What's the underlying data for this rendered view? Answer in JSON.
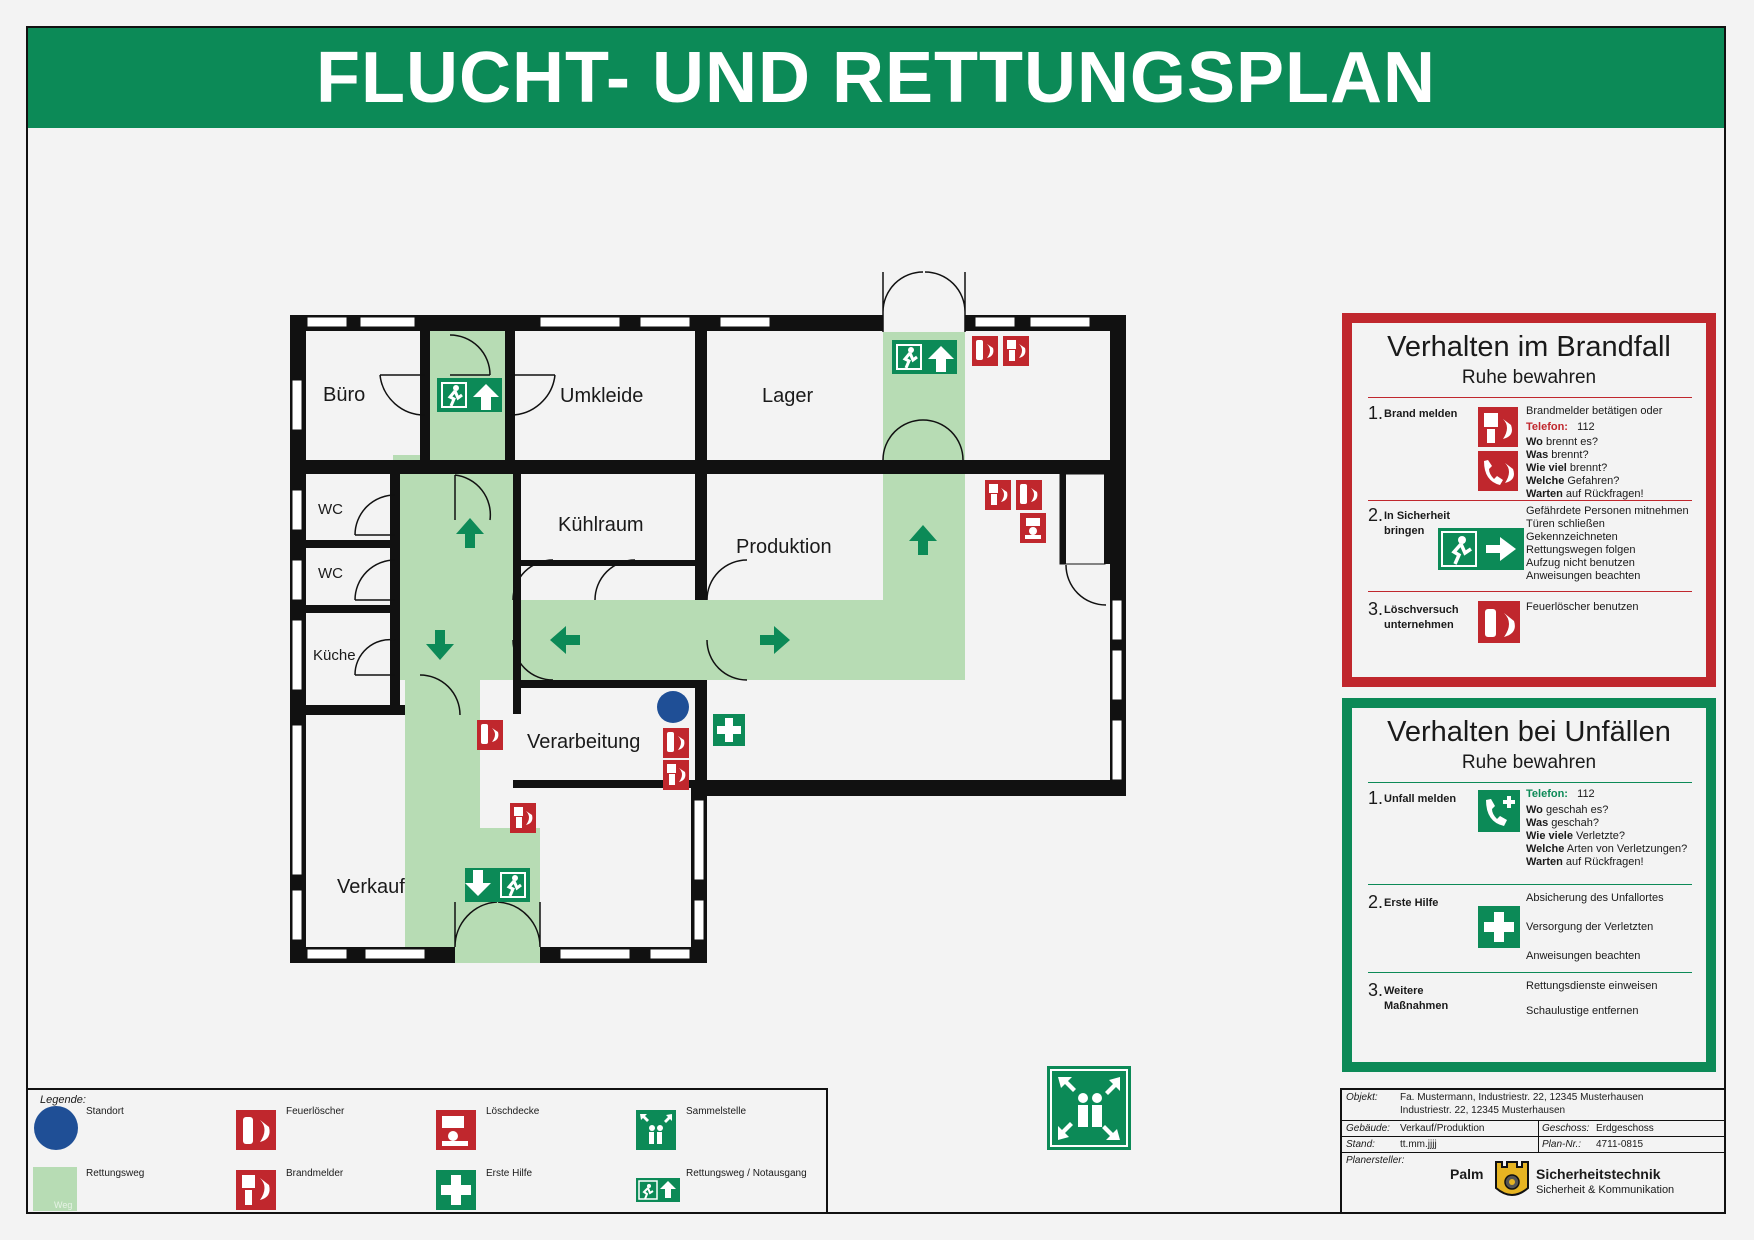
{
  "title": "FLUCHT- UND RETTUNGSPLAN",
  "rooms": {
    "buero": "Büro",
    "umkleide": "Umkleide",
    "lager": "Lager",
    "wc1": "WC",
    "wc2": "WC",
    "kuehlraum": "Kühlraum",
    "produktion": "Produktion",
    "kueche": "Küche",
    "verarbeitung": "Verarbeitung",
    "verkauf": "Verkauf"
  },
  "brandfall": {
    "title": "Verhalten im Brandfall",
    "subtitle": "Ruhe bewahren",
    "step1": {
      "num": "1.",
      "label": "Brand melden",
      "line1": "Brandmelder betätigen oder",
      "tel_label": "Telefon:",
      "tel_value": "112",
      "q1_b": "Wo",
      "q1": " brennt es?",
      "q2_b": "Was",
      "q2": " brennt?",
      "q3_b": "Wie viel",
      "q3": " brennt?",
      "q4_b": "Welche",
      "q4": " Gefahren?",
      "q5_b": "Warten",
      "q5": " auf Rückfragen!"
    },
    "step2": {
      "num": "2.",
      "label_a": "In Sicherheit",
      "label_b": "bringen",
      "lines": [
        "Gefährdete Personen mitnehmen",
        "Türen schließen",
        "Gekennzeichneten",
        "Rettungswegen folgen",
        "Aufzug nicht benutzen",
        "Anweisungen beachten"
      ]
    },
    "step3": {
      "num": "3.",
      "label_a": "Löschversuch",
      "label_b": "unternehmen",
      "line": "Feuerlöscher benutzen"
    }
  },
  "unfaelle": {
    "title": "Verhalten bei Unfällen",
    "subtitle": "Ruhe bewahren",
    "step1": {
      "num": "1.",
      "label": "Unfall melden",
      "tel_label": "Telefon:",
      "tel_value": "112",
      "q1_b": "Wo",
      "q1": " geschah es?",
      "q2_b": "Was",
      "q2": " geschah?",
      "q3_b": "Wie viele",
      "q3": " Verletzte?",
      "q4_b": "Welche",
      "q4": " Arten von Verletzungen?",
      "q5_b": "Warten",
      "q5": " auf Rückfragen!"
    },
    "step2": {
      "num": "2.",
      "label": "Erste Hilfe",
      "lines": [
        "Absicherung des Unfallortes",
        "Versorgung der Verletzten",
        "Anweisungen beachten"
      ]
    },
    "step3": {
      "num": "3.",
      "label_a": "Weitere",
      "label_b": "Maßnahmen",
      "lines": [
        "Rettungsdienste einweisen",
        "Schaulustige entfernen"
      ]
    }
  },
  "legend": {
    "title": "Legende:",
    "standort": "Standort",
    "feuerloescher": "Feuerlöscher",
    "loeschdecke": "Löschdecke",
    "sammelstelle": "Sammelstelle",
    "rettungsweg": "Rettungsweg",
    "brandmelder": "Brandmelder",
    "erste_hilfe": "Erste Hilfe",
    "notausgang": "Rettungsweg / Notausgang",
    "weg_swatch": "Weg"
  },
  "titleblock": {
    "objekt_label": "Objekt:",
    "objekt_1": "Fa. Mustermann, Industriestr. 22, 12345 Musterhausen",
    "objekt_2": "Industriestr. 22, 12345 Musterhausen",
    "gebaeude_label": "Gebäude:",
    "gebaeude": "Verkauf/Produktion",
    "geschoss_label": "Geschoss:",
    "geschoss": "Erdgeschoss",
    "stand_label": "Stand:",
    "stand": "tt.mm.jjjj",
    "plan_label": "Plan-Nr.:",
    "plan": "4711-0815",
    "planer_label": "Planersteller:",
    "brand_a": "Palm",
    "brand_b": "Sicherheitstechnik",
    "brand_c": "Sicherheit & Kommunikation"
  },
  "colors": {
    "green": "#0c8a57",
    "red": "#c0272d",
    "route": "#b7dcb4",
    "standort": "#1f4f96"
  }
}
